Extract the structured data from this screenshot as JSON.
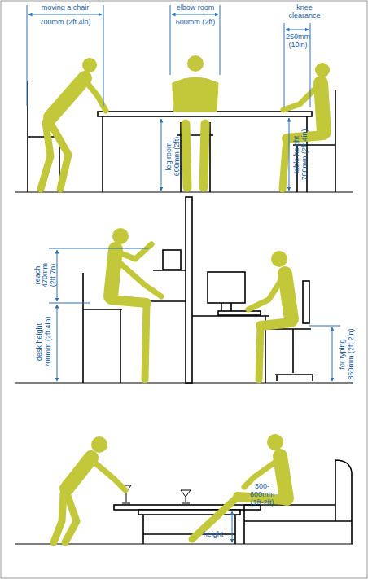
{
  "diagram": {
    "labels": [
      "moving a chair",
      "700mm (2ft 4in)",
      "elbow room",
      "600mm (2ft)",
      "knee clearance",
      "250mm (10in)",
      "leg room",
      "600mm (2ft)",
      "table height",
      "700mm (2ft 4in)",
      "reach",
      "470mm (2ft 7n)",
      "desk height",
      "700mm (2ft 4in)",
      "for typing",
      "850mm (2ft 2in)",
      "height",
      "300-600mm (1ft-2ft)"
    ]
  }
}
